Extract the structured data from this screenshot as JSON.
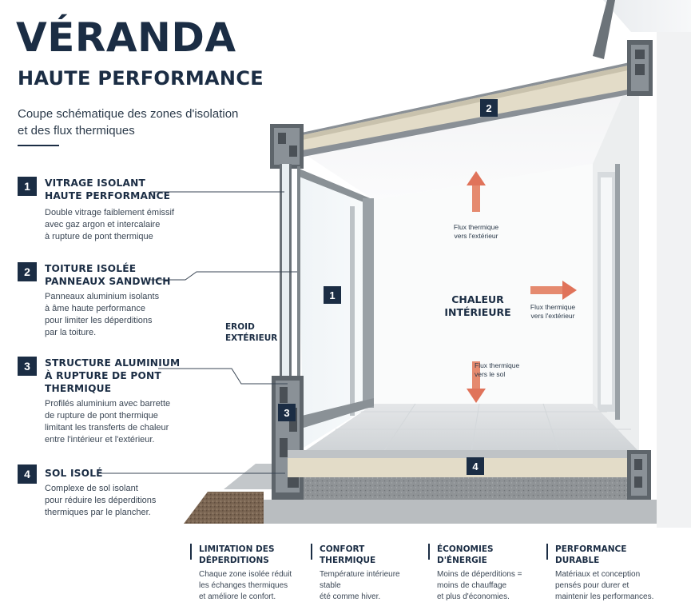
{
  "header": {
    "title": "VÉRANDA",
    "subtitle": "HAUTE PERFORMANCE",
    "intro_line1": "Coupe schématique des zones d'isolation",
    "intro_line2": "et des flux thermiques"
  },
  "zones": [
    {
      "number": "1",
      "title_line1": "VITRAGE ISOLANT",
      "title_line2": "HAUTE PERFORMANCE",
      "title_line3": "",
      "desc_line1": "Double vitrage faiblement émissif",
      "desc_line2": "avec gaz argon et intercalaire",
      "desc_line3": "à rupture de pont thermique",
      "desc_line4": ""
    },
    {
      "number": "2",
      "title_line1": "TOITURE ISOLÉE",
      "title_line2": "PANNEAUX SANDWICH",
      "title_line3": "",
      "desc_line1": "Panneaux aluminium isolants",
      "desc_line2": "à âme haute performance",
      "desc_line3": "pour limiter les déperditions",
      "desc_line4": "par la toiture."
    },
    {
      "number": "3",
      "title_line1": "STRUCTURE ALUMINIUM",
      "title_line2": "À RUPTURE DE PONT",
      "title_line3": "THERMIQUE",
      "desc_line1": "Profilés aluminium avec barrette",
      "desc_line2": "de rupture de pont thermique",
      "desc_line3": "limitant les transferts de chaleur",
      "desc_line4": "entre l'intérieur et l'extérieur."
    },
    {
      "number": "4",
      "title_line1": "SOL ISOLÉ",
      "title_line2": "",
      "title_line3": "",
      "desc_line1": "Complexe de sol isolant",
      "desc_line2": "pour réduire les déperditions",
      "desc_line3": "thermiques par le plancher.",
      "desc_line4": ""
    }
  ],
  "diagram": {
    "label_1": "1",
    "label_2": "2",
    "label_3": "3",
    "label_4": "4",
    "chaleur_line1": "CHALEUR",
    "chaleur_line2": "INTÉRIEURE",
    "exterieur_line1": "EROID",
    "exterieur_line2": "EXTÉRIEUR",
    "flux_up_line1": "Flux thermique",
    "flux_up_line2": "vers l'extérieur",
    "flux_right_line1": "Flux thermique",
    "flux_right_line2": "vers l'extérieur",
    "flux_down_line1": "Flux thermique",
    "flux_down_line2": "vers le sol",
    "arrow_color": "#e0735a",
    "accent_color": "#1b2d44"
  },
  "benefits": [
    {
      "title_line1": "LIMITATION DES",
      "title_line2": "DÉPERDITIONS",
      "desc_line1": "Chaque zone isolée réduit",
      "desc_line2": "les échanges thermiques",
      "desc_line3": "et améliore le confort."
    },
    {
      "title_line1": "CONFORT",
      "title_line2": "THERMIQUE",
      "desc_line1": "Température intérieure stable",
      "desc_line2": "été comme hiver.",
      "desc_line3": ""
    },
    {
      "title_line1": "ÉCONOMIES",
      "title_line2": "D'ÉNERGIE",
      "desc_line1": "Moins de déperditions =",
      "desc_line2": "moins de chauffage",
      "desc_line3": "et plus d'économies."
    },
    {
      "title_line1": "PERFORMANCE",
      "title_line2": "DURABLE",
      "desc_line1": "Matériaux et conception",
      "desc_line2": "pensés pour durer et",
      "desc_line3": "maintenir les performances."
    }
  ]
}
